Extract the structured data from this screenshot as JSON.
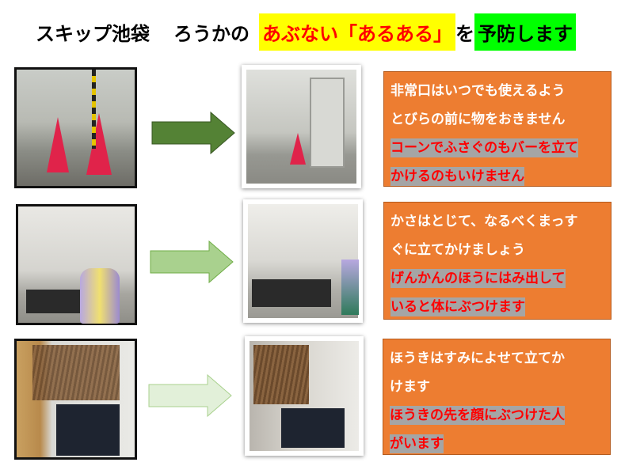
{
  "title": {
    "part1": "スキップ池袋",
    "part2": "ろうかの",
    "highlight_red": "あぶない「あるある」",
    "part3": "を",
    "highlight_green": "予防します",
    "colors": {
      "yellow": "#ffff00",
      "green": "#00ff00",
      "red": "#ff0000"
    }
  },
  "rows": [
    {
      "before_photo": "cones-blocking-emergency-door",
      "after_photo": "emergency-door-clear",
      "arrow_color": "#548235",
      "lines_white": [
        "非常口はいつでも使えるよう",
        "とびらの前に物をおきません"
      ],
      "lines_red": [
        "コーンでふさぐのもバーを立て",
        "かけるのもいけません"
      ]
    },
    {
      "before_photo": "umbrellas-at-entrance",
      "after_photo": "umbrellas-tidied",
      "arrow_color": "#a9d18e",
      "lines_white": [
        "かさはとじて、なるべくまっす",
        "ぐに立てかけましょう"
      ],
      "lines_red": [
        "げんかんのほうにはみ出して",
        "いると体にぶつけます"
      ]
    },
    {
      "before_photo": "brooms-leaning",
      "after_photo": "brooms-in-corner",
      "arrow_color": "#e2f0d9",
      "lines_white": [
        "ほうきはすみによせて立てか",
        "けます"
      ],
      "lines_red": [
        "ほうきの先を顔にぶつけた人",
        "がいます"
      ]
    }
  ],
  "box_color": "#ed7d31"
}
